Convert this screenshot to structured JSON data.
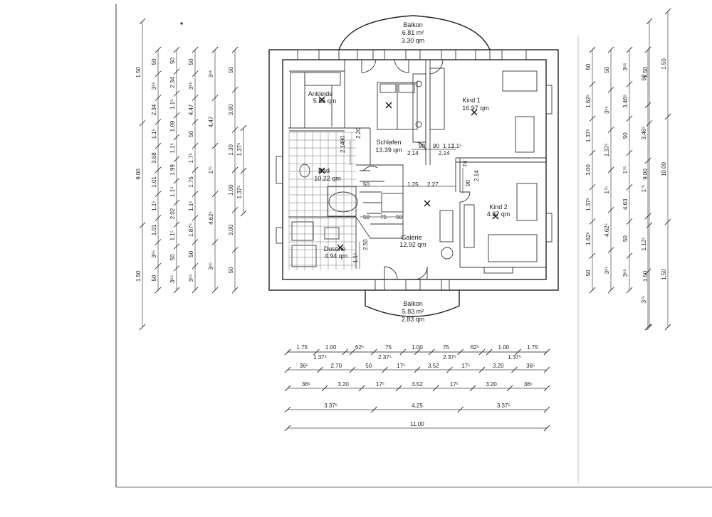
{
  "rooms": {
    "balkon_top": {
      "name": "Balkon",
      "area1": "6.81 m²",
      "area2": "3.30 qm"
    },
    "ankleide": {
      "name": "Ankleide",
      "area": "5.56 qm"
    },
    "schlafen": {
      "name": "Schlafen",
      "area": "13.39 qm"
    },
    "kind1": {
      "name": "Kind 1",
      "area": "16.97 qm"
    },
    "bad": {
      "name": "Bad",
      "area": "10.22 qm"
    },
    "kind2": {
      "name": "Kind 2",
      "area": "4.37 qm"
    },
    "galerie": {
      "name": "Galerie",
      "area": "12.92 qm"
    },
    "dusche": {
      "name": "Dusche",
      "area": "4.94 qm"
    },
    "balkon_bottom": {
      "name": "Balkon",
      "area1": "5.83 m²",
      "area2": "2.83 qm"
    }
  },
  "inner_dims": [
    "90",
    "1.12",
    "90",
    "1.1⁵",
    "2.14",
    "2.14",
    "1.25",
    "2.27",
    "74",
    "90",
    "2.14",
    "50",
    "50",
    "75",
    "50",
    "2.20",
    "90",
    "2.14",
    "2.50",
    "1.1⁵"
  ],
  "left_dims": {
    "col1": [
      "1.50",
      "9.00",
      "1.50"
    ],
    "col2": [
      "50",
      "3⁶⁵",
      "2.34",
      "1.1⁵",
      "3.68",
      "1.01",
      "1.1⁵",
      "1.01",
      "3⁶⁵",
      "50"
    ],
    "col3": [
      "50",
      "2.34",
      "1.1⁵",
      "1.69",
      "1.1⁵",
      "1.99",
      "1.1⁵",
      "2.02",
      "1.1⁵",
      "50",
      "3⁶⁵"
    ],
    "col4": [
      "50",
      "3⁶⁵",
      "4.47",
      "50",
      "1.7⁵",
      "1.75",
      "1.1⁵",
      "1.87⁵",
      "50",
      "3⁶⁵"
    ],
    "col5": [
      "3⁶⁵",
      "4.47",
      "1⁷⁵",
      "4.62⁵",
      "3⁶⁵"
    ],
    "col6": [
      "50",
      "3.00",
      "1.30",
      "1.00",
      "3.00",
      "50"
    ],
    "col7": [
      "1.37⁵",
      "1.37⁵"
    ]
  },
  "right_dims": {
    "col1": [
      "50",
      "1.62⁵",
      "1.37⁵",
      "3.00",
      "1.37⁵",
      "1.62⁵",
      "50"
    ],
    "col2": [
      "50",
      "3⁶⁵",
      "1.37⁵",
      "1⁷⁵",
      "4.62⁵",
      "3⁶⁵"
    ],
    "col3": [
      "3⁶⁵",
      "3.46⁵",
      "50",
      "1⁷⁵",
      "4.63",
      "50",
      "3⁶⁵"
    ],
    "col4": [
      "50",
      "3.46⁵",
      "1⁷⁵",
      "1.12⁵",
      "3⁷⁵"
    ],
    "col5": [
      "1.50",
      "9.00",
      "1.50"
    ],
    "col6": [
      "1.50",
      "10.00",
      "1.50"
    ]
  },
  "bottom_dims": {
    "row1": [
      "1.75",
      "1.00",
      "62⁵",
      "75",
      "1.00",
      "75",
      "62⁵",
      "1.00",
      "1.75"
    ],
    "row1b": [
      "1.37⁵",
      "2.37⁵",
      "2.37⁵",
      "1.37⁵"
    ],
    "row2": [
      "36⁵",
      "2.70",
      "50",
      "17⁵",
      "3.52",
      "17⁵",
      "3.20",
      "36⁵"
    ],
    "row3": [
      "36⁵",
      "3.20",
      "17⁵",
      "3.52",
      "17⁵",
      "3.20",
      "36⁵"
    ],
    "row4": [
      "3.37⁵",
      "4.25",
      "3.37⁵"
    ],
    "row5": [
      "11.00"
    ]
  }
}
